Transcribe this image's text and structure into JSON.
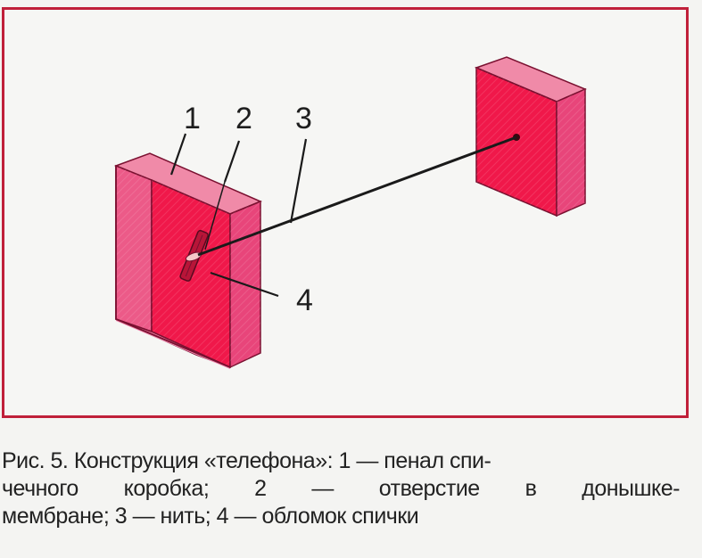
{
  "figure": {
    "labels": {
      "l1": "1",
      "l2": "2",
      "l3": "3",
      "l4": "4"
    },
    "colors": {
      "frame_border": "#c0203a",
      "box_front_inner": "#f0184a",
      "box_side": "#e8457a",
      "box_top": "#f08aa8",
      "box_outline": "#7a1030",
      "thread": "#1a1a1a",
      "background": "#f6f6f4"
    },
    "components": [
      {
        "number": "1",
        "name": "пенал спичечного коробка"
      },
      {
        "number": "2",
        "name": "отверстие в донышке-мембране"
      },
      {
        "number": "3",
        "name": "нить"
      },
      {
        "number": "4",
        "name": "обломок спички"
      }
    ]
  },
  "caption": {
    "line1": "Рис. 5. Конструкция «телефона»: 1 — пенал спи-",
    "line2": "чечного коробка; 2 — отверстие в донышке-",
    "line3": "мембране; 3 — нить; 4 — обломок спички"
  }
}
